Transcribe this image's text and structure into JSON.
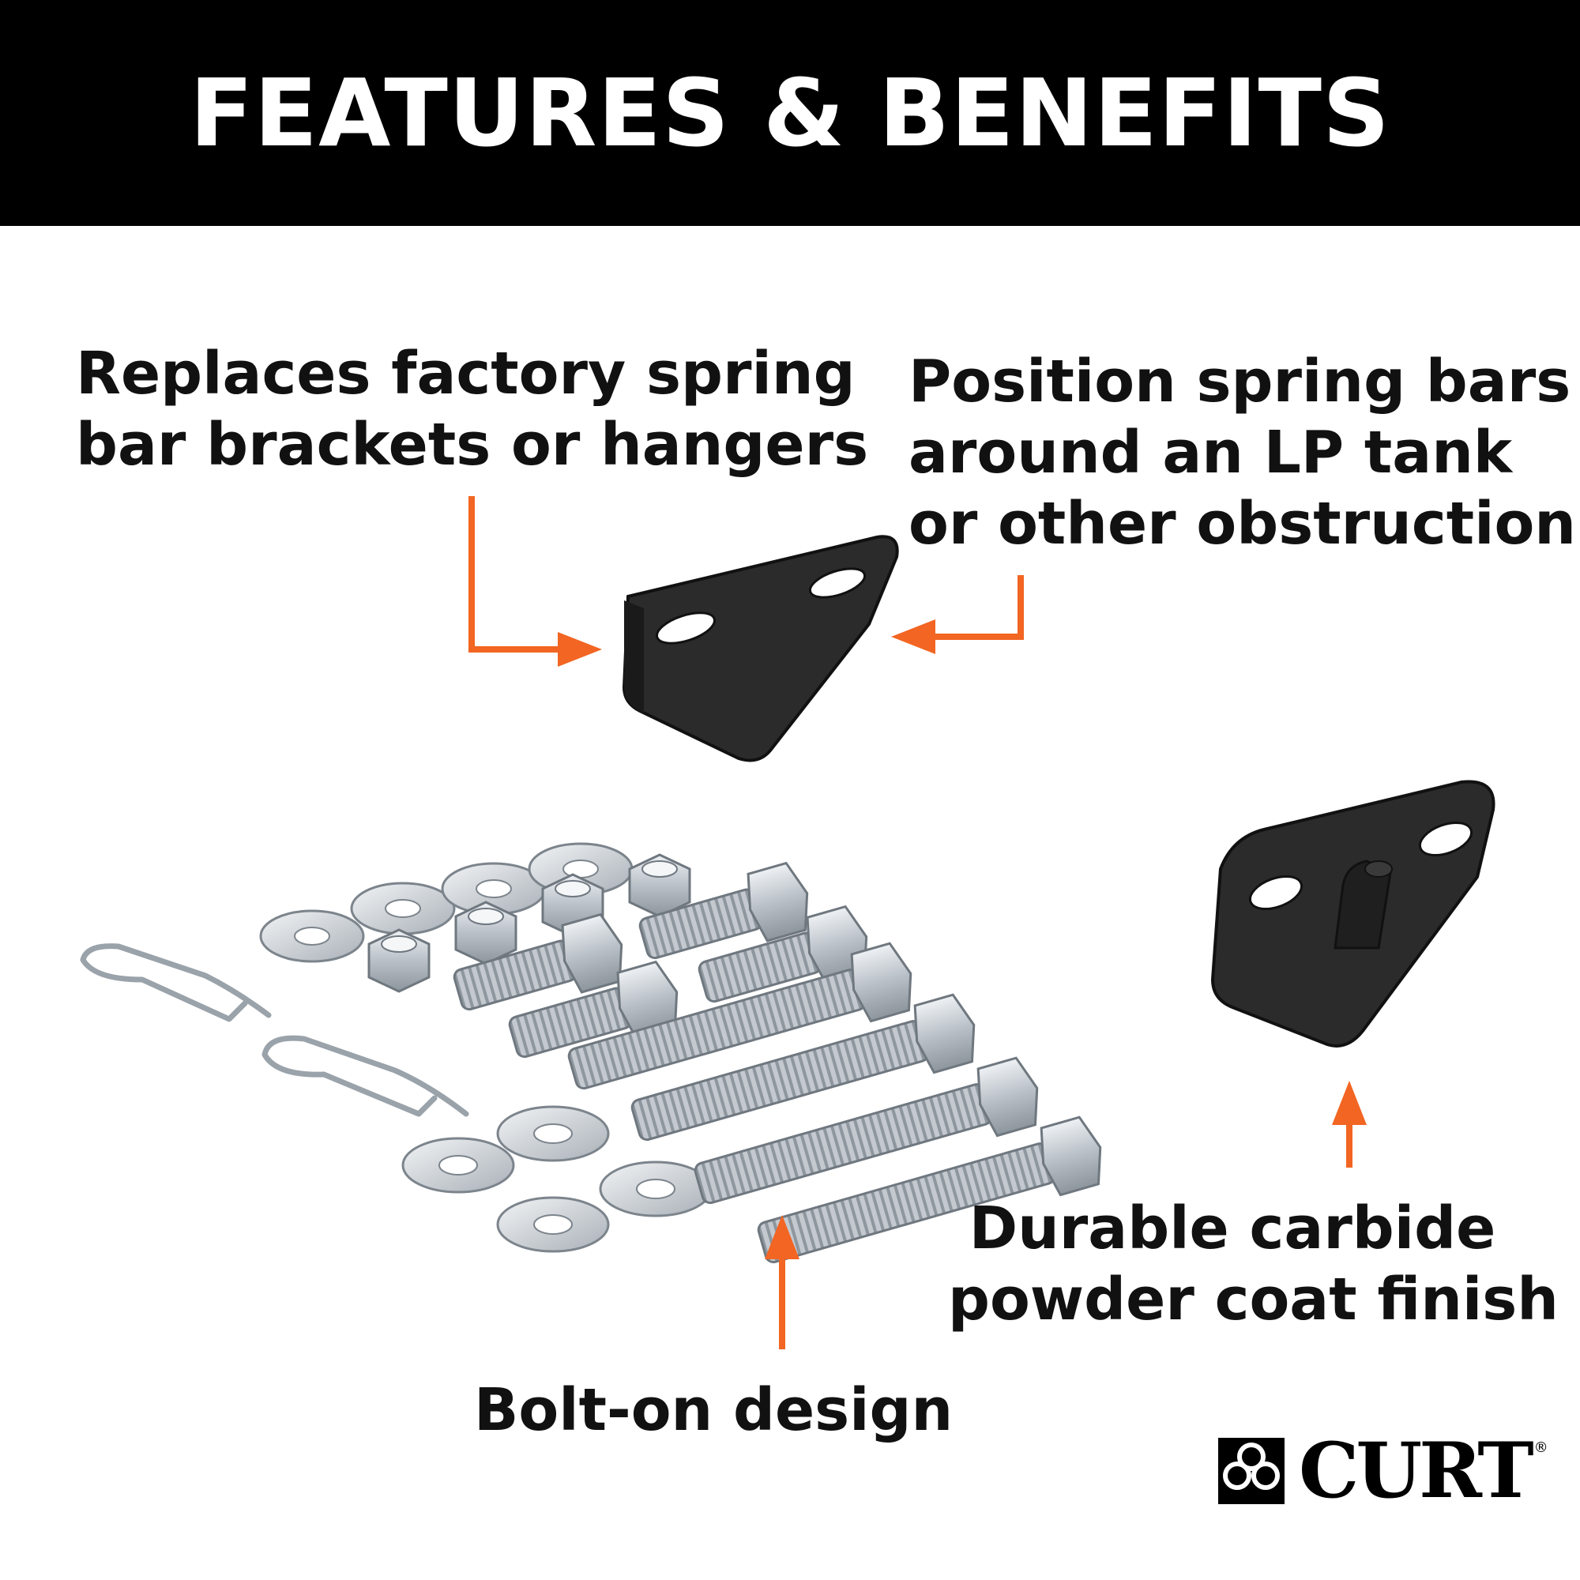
{
  "header": {
    "title": "FEATURES & BENEFITS"
  },
  "callouts": {
    "replaces": [
      "Replaces factory spring",
      "bar brackets or hangers"
    ],
    "position": [
      "Position spring bars",
      "around an LP tank",
      "or other obstruction"
    ],
    "durable": [
      "Durable carbide",
      "powder coat finish"
    ],
    "bolt_on": [
      "Bolt-on design"
    ]
  },
  "brand": {
    "name": "CURT",
    "registered": "®"
  },
  "colors": {
    "accent": "#f26522",
    "header_bg": "#000000",
    "bracket": "#2b2b2b",
    "hardware": "#c9ced3"
  },
  "icons": [
    "orange-arrow-icon",
    "brand-logo-icon"
  ]
}
